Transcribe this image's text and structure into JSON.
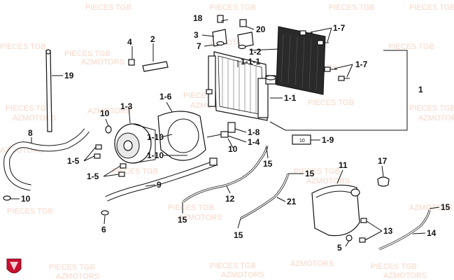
{
  "watermark": {
    "line1": "PIECES TGB",
    "line2": "AZMOTORS"
  },
  "logo": {
    "name": "azmotors-shield-logo",
    "color": "#c8102e"
  },
  "colors": {
    "watermark": "#f3b49a",
    "ink": "#111111"
  },
  "callouts": {
    "c18": "18",
    "c20": "20",
    "c3": "3",
    "c7a": "7",
    "c17a": "1-7",
    "c12": "1-2",
    "c111": "1-1-1",
    "c17b": "1-7",
    "c1": "1",
    "c11": "1-1",
    "c4a": "4",
    "c2": "2",
    "c19": "19",
    "c16": "1-6",
    "c13": "1-3",
    "c10a": "10",
    "c110a": "1-10",
    "c8": "8",
    "c110b": "1-10",
    "c18b": "1-8",
    "c14": "1-4",
    "c10b": "10",
    "c19b": "1-9",
    "c15a": "1-5",
    "c15b": "1-5",
    "c9": "9",
    "c15c": "15",
    "c15d": "15",
    "c11b": "11",
    "c17": "17",
    "c12b": "12",
    "c21": "21",
    "c15e": "15",
    "c15f": "15",
    "c15g": "15",
    "c13b": "13",
    "c14b": "14",
    "c5": "5",
    "c10c": "10",
    "c6": "6"
  },
  "stamp_text": "10"
}
